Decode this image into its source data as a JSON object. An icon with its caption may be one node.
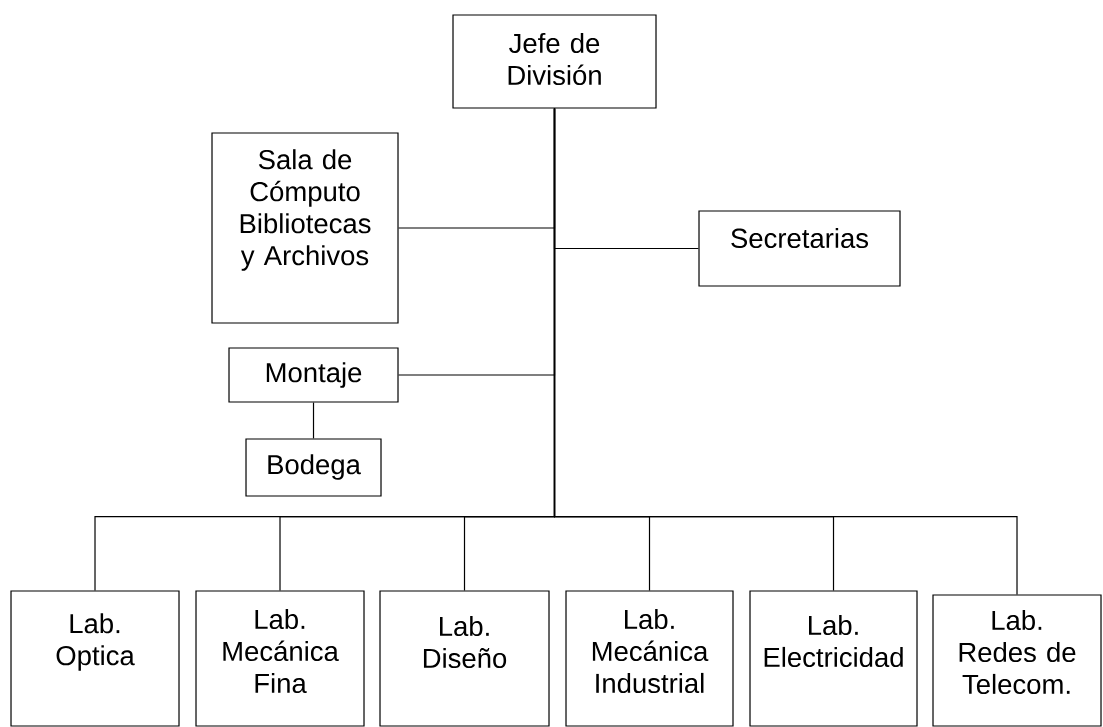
{
  "diagram": {
    "nodes": [
      {
        "text": [
          "Jefe de División"
        ]
      },
      {
        "text": [
          "Sala de Cómputo Bibliotecas y Archivos"
        ]
      },
      {
        "text": [
          "Secretarias"
        ]
      },
      {
        "text": [
          "Montaje"
        ]
      },
      {
        "text": [
          "Bodega"
        ]
      },
      {
        "text": [
          "Lab. Optica"
        ]
      },
      {
        "text": [
          "Lab. Mecánica Fina"
        ]
      },
      {
        "text": [
          "Lab. Diseño"
        ]
      },
      {
        "text": [
          "Lab. Mecánica Industrial"
        ]
      },
      {
        "text": [
          "Lab. Electricidad"
        ]
      },
      {
        "text": [
          "Lab. Redes de Telecom."
        ]
      }
    ],
    "edges": [
      {
        "from": 0,
        "to": 1,
        "arrow": "none"
      },
      {
        "from": 0,
        "to": 2,
        "arrow": "none"
      },
      {
        "from": 0,
        "to": 3,
        "arrow": "none"
      },
      {
        "from": 3,
        "to": 4,
        "arrow": "none"
      },
      {
        "from": 0,
        "to": 5,
        "arrow": "none"
      },
      {
        "from": 0,
        "to": 6,
        "arrow": "none"
      },
      {
        "from": 0,
        "to": 7,
        "arrow": "none"
      },
      {
        "from": 0,
        "to": 8,
        "arrow": "none"
      },
      {
        "from": 0,
        "to": 9,
        "arrow": "none"
      },
      {
        "from": 0,
        "to": 10,
        "arrow": "none"
      }
    ]
  }
}
